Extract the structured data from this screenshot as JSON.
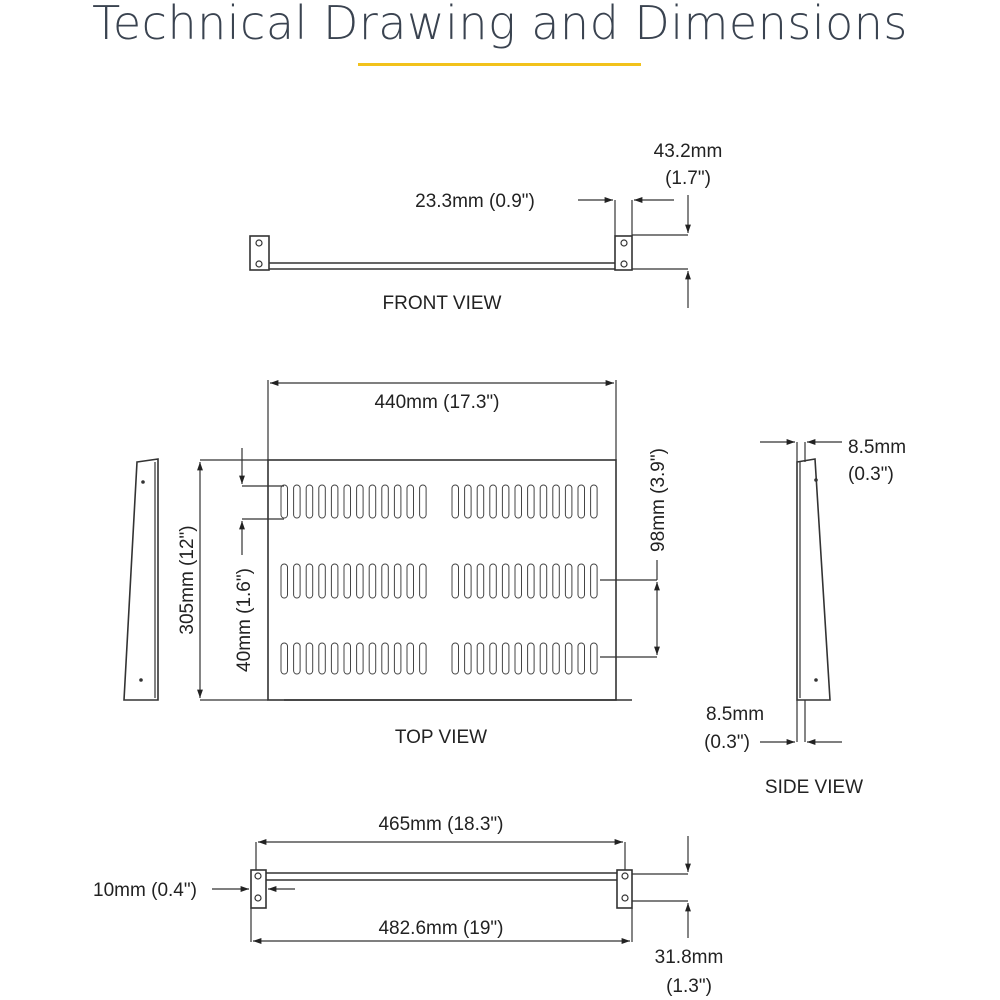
{
  "title": "Technical Drawing and Dimensions",
  "accent_color": "#f2c21b",
  "views": {
    "front": "FRONT VIEW",
    "top": "TOP VIEW",
    "side": "SIDE VIEW"
  },
  "dimensions": {
    "front_width": "23.3mm (0.9\")",
    "front_height_mm": "43.2mm",
    "front_height_in": "(1.7\")",
    "top_width": "440mm (17.3\")",
    "top_depth": "305mm (12\")",
    "slot_offset": "40mm (1.6\")",
    "slot_spacing": "98mm (3.9\")",
    "side_top_mm": "8.5mm",
    "side_top_in": "(0.3\")",
    "side_bottom_mm": "8.5mm",
    "side_bottom_in": "(0.3\")",
    "inner_width": "465mm (18.3\")",
    "ear_width": "10mm (0.4\")",
    "overall_width": "482.6mm (19\")",
    "ear_height_mm": "31.8mm",
    "ear_height_in": "(1.3\")"
  }
}
